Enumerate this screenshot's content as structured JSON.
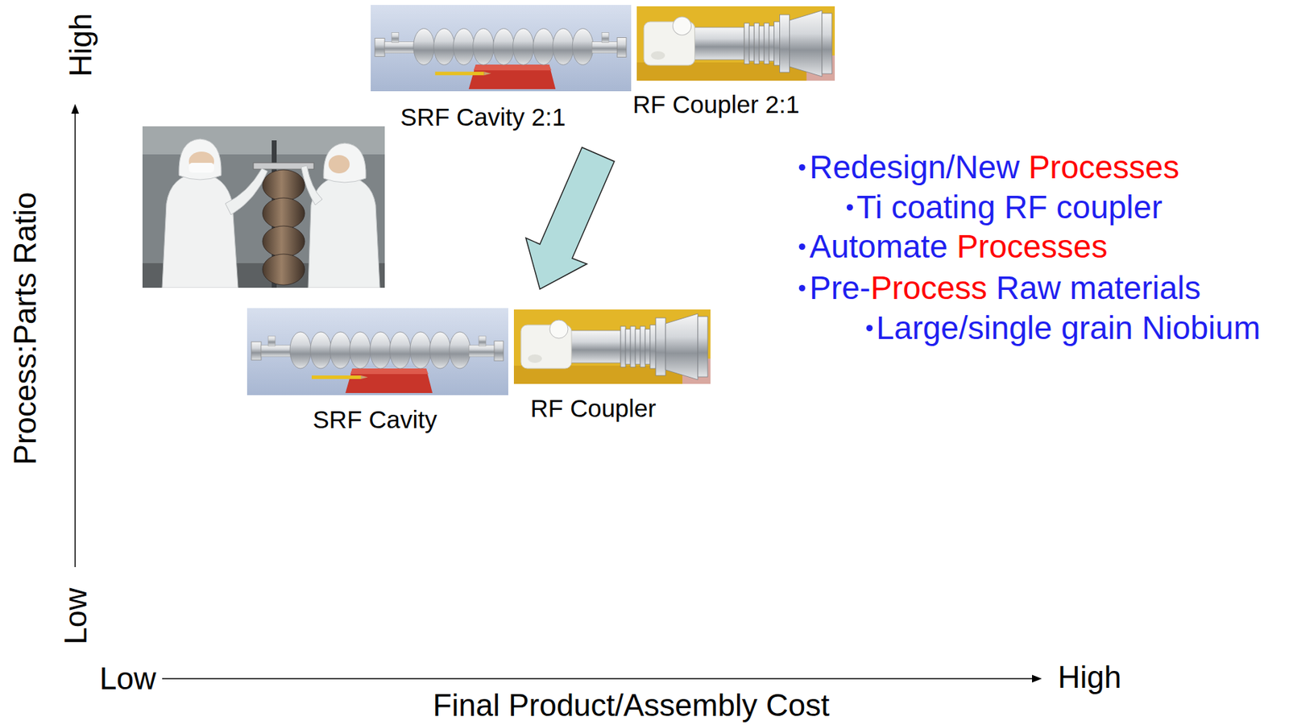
{
  "diagram": {
    "labels": [
      "High",
      "Low",
      "Process:Parts Ratio",
      "SRF Cavity 2:1",
      "RF Coupler 2:1",
      "SRF Cavity",
      "RF Coupler",
      "Redesign/New Processes",
      "Ti coating RF coupler",
      "Automate Processes",
      "Pre-Process Raw materials",
      "Large/single grain Niobium",
      "Low",
      "High",
      "Final Product/Assembly Cost"
    ]
  }
}
